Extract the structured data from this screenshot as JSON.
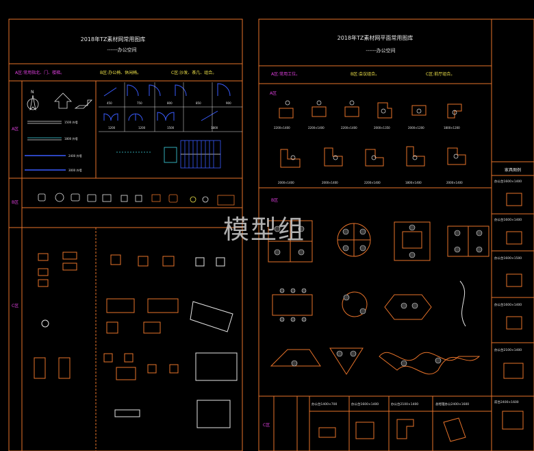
{
  "left_sheet": {
    "title": "2018年TZ素材网常用图库",
    "subtitle": "------办公空间",
    "header_a": "A区:常用指北、门、楼梯。",
    "header_b": "B区:办公椅、休闲椅。",
    "header_c": "C区:沙发、茶几、组合。",
    "row_a": "A区",
    "row_b": "B区",
    "row_c": "C区",
    "door_sizes": [
      "450",
      "750",
      "800",
      "850",
      "900"
    ],
    "door_sizes_2": [
      "1200",
      "1200",
      "1500",
      "1800"
    ],
    "wall_labels": [
      "1500 外墙",
      "1800 外墙",
      "2400 外墙",
      "3000 外墙"
    ],
    "north_label": "N"
  },
  "right_sheet": {
    "title": "2018年TZ素材网平面常用图库",
    "subtitle": "------办公空间",
    "header_a": "A区:常用工位。",
    "header_b": "B区:会议组合。",
    "header_c": "C区:前厅组合。",
    "row_a": "A区",
    "row_b": "B区",
    "row_c": "C区",
    "desk_row1": [
      "2200×1400",
      "2200×1400",
      "2200×1400",
      "2000×1350",
      "2000×1200",
      "1800×1200"
    ],
    "desk_row2": [
      "2000×1400",
      "2000×1400",
      "2200×1400",
      "1800×1400",
      "2000×1400"
    ],
    "side_title": "家具图例",
    "side_items": [
      "办公台1600×1400",
      "办公台1600×1400",
      "办公台1600×1500",
      "办公台1600×1400",
      "办公台2100×1400",
      "前台2400×1600"
    ],
    "bottom_labels": [
      "办公台1400×700",
      "办公台1600×1400",
      "办公台2100×1400",
      "总经理办公2400×1600"
    ]
  },
  "watermark": "模型组",
  "colors": {
    "frame": "#e8732a",
    "cyan": "#3fd9e6",
    "yellow": "#f0e44a",
    "magenta": "#e040e0",
    "blue": "#3a5cff",
    "white": "#e6e6e6"
  }
}
